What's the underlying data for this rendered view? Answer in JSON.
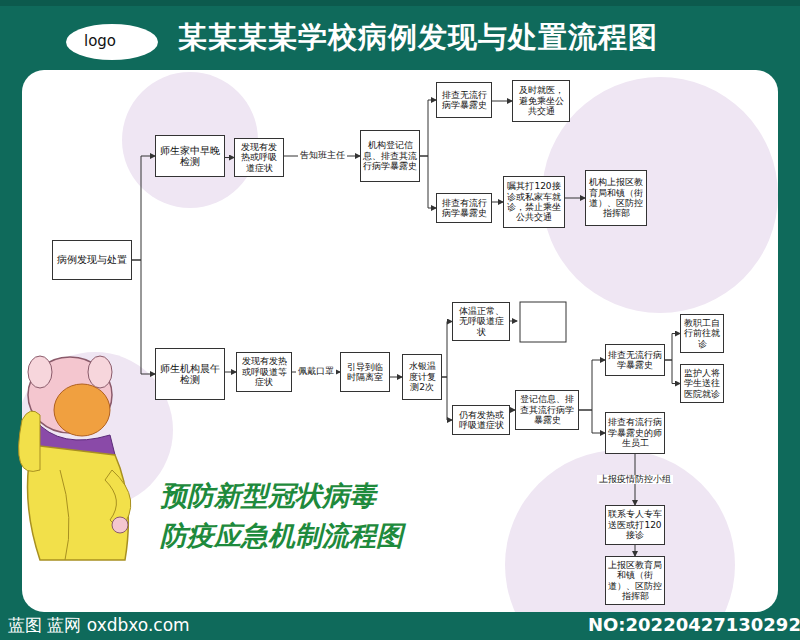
{
  "diagram": {
    "title": "某某某某学校病例发现与处置流程图",
    "nodes": [
      {
        "text": [
          "病例发现与处置"
        ]
      },
      {
        "text": [
          "师生家中早晚检测"
        ]
      },
      {
        "text": [
          "发现有发热或呼吸道症状"
        ]
      },
      {
        "text": [
          "机构登记信息、排查其流行病学暴露史"
        ]
      },
      {
        "text": [
          "排查无流行病学暴露史"
        ]
      },
      {
        "text": [
          "及时就医，避免乘坐公共交通"
        ]
      },
      {
        "text": [
          "排查有流行病学暴露史"
        ]
      },
      {
        "text": [
          "嘱其打120接诊或私家车就诊，禁止乘坐公共交通"
        ]
      },
      {
        "text": [
          "机构上报区教育局和镇（街道）、区防控指挥部"
        ]
      },
      {
        "text": [
          "师生机构晨午检测"
        ]
      },
      {
        "text": [
          "发现有发热或呼吸道等症状"
        ]
      },
      {
        "text": [
          "引导到临时隔离室"
        ]
      },
      {
        "text": [
          "水银温度计复测2次"
        ]
      },
      {
        "text": [
          "体温正常、无呼吸道症状"
        ]
      },
      {
        "text": [
          "仍有发热或呼吸道症状"
        ]
      },
      {
        "text": [
          "登记信息、排查其流行病学暴露史"
        ]
      },
      {
        "text": [
          "排查无流行病学暴露史"
        ]
      },
      {
        "text": [
          "教职工自行前往就诊"
        ]
      },
      {
        "text": [
          "监护人将学生送往医院就诊"
        ]
      },
      {
        "text": [
          "排查有流行病学暴露史的师生员工"
        ]
      },
      {
        "text": [
          "联系专人专车送医或打120接诊"
        ]
      },
      {
        "text": [
          "上报区教育局和镇（街道）、区防控指挥部"
        ]
      }
    ],
    "edges": [
      {
        "from": 0,
        "to": 1,
        "arrow": "to"
      },
      {
        "from": 0,
        "to": 9,
        "arrow": "to"
      },
      {
        "from": 1,
        "to": 2,
        "arrow": "to"
      },
      {
        "from": 2,
        "to": 3,
        "label": "告知班主任",
        "arrow": "to"
      },
      {
        "from": 3,
        "to": 4,
        "arrow": "to"
      },
      {
        "from": 3,
        "to": 6,
        "arrow": "to"
      },
      {
        "from": 4,
        "to": 5,
        "arrow": "to"
      },
      {
        "from": 6,
        "to": 7,
        "arrow": "to"
      },
      {
        "from": 7,
        "to": 8,
        "arrow": "to"
      },
      {
        "from": 9,
        "to": 10,
        "arrow": "to"
      },
      {
        "from": 10,
        "to": 11,
        "label": "佩戴口罩",
        "arrow": "to"
      },
      {
        "from": 11,
        "to": 12,
        "arrow": "to"
      },
      {
        "from": 12,
        "to": 13,
        "arrow": "to"
      },
      {
        "from": 12,
        "to": 14,
        "arrow": "to"
      },
      {
        "from": 14,
        "to": 15,
        "arrow": "to"
      },
      {
        "from": 15,
        "to": 16,
        "arrow": "to"
      },
      {
        "from": 15,
        "to": 19,
        "arrow": "to"
      },
      {
        "from": 16,
        "to": 17,
        "arrow": "to"
      },
      {
        "from": 16,
        "to": 18,
        "arrow": "to"
      },
      {
        "from": 19,
        "to": 20,
        "label": "上报疫情防控小组",
        "arrow": "to"
      },
      {
        "from": 20,
        "to": 21,
        "arrow": "to"
      }
    ],
    "labels": [
      "logo",
      "预防新型冠状病毒",
      "防疫应急机制流程图",
      "蓝图 蓝网 oxdbxo.com",
      "NO:20220427130292"
    ]
  }
}
